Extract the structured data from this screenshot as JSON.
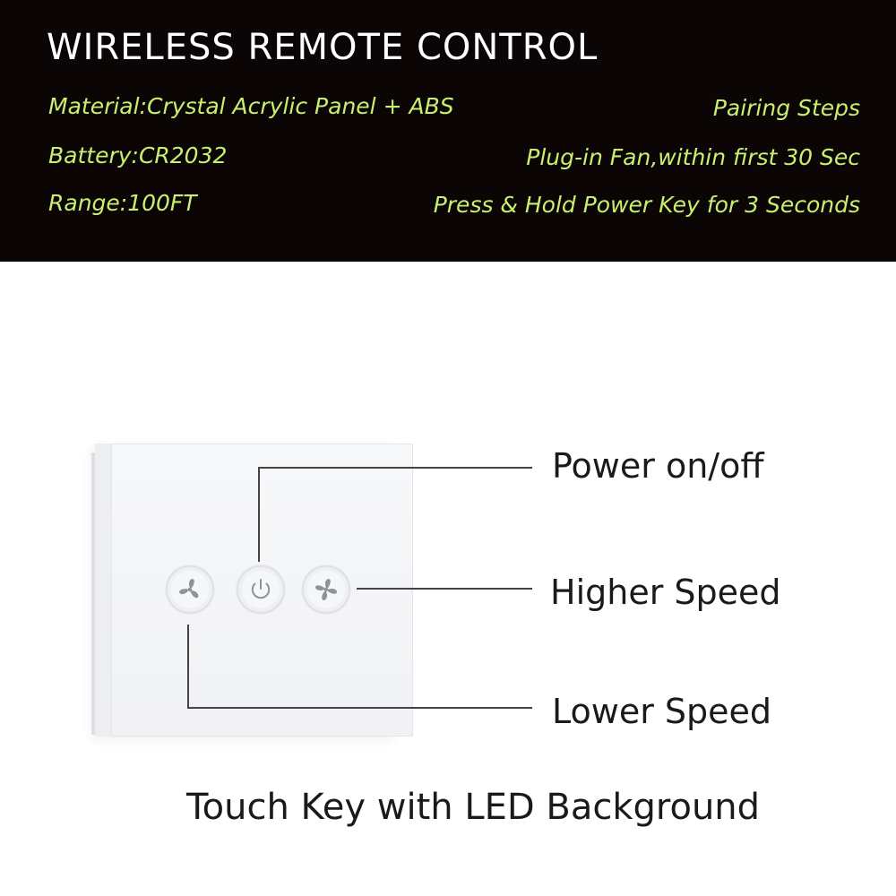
{
  "header": {
    "title": "WIRELESS REMOTE CONTROL",
    "specs": {
      "material": "Material:Crystal Acrylic Panel + ABS",
      "battery": "Battery:CR2032",
      "range": "Range:100FT"
    },
    "pairing": {
      "heading": "Pairing Steps",
      "step1": "Plug-in Fan,within first 30 Sec",
      "step2": "Press & Hold Power Key for 3 Seconds"
    }
  },
  "diagram": {
    "power_label": "Power on/off",
    "higher_label": "Higher Speed",
    "lower_label": "Lower Speed",
    "keys": {
      "left": "fan-low-icon",
      "center": "power-icon",
      "right": "fan-high-icon"
    }
  },
  "footer": {
    "caption": "Touch Key with LED Background"
  },
  "colors": {
    "header_bg": "#0b0505",
    "spec_text": "#c8f06e",
    "title_text": "#ffffff"
  }
}
